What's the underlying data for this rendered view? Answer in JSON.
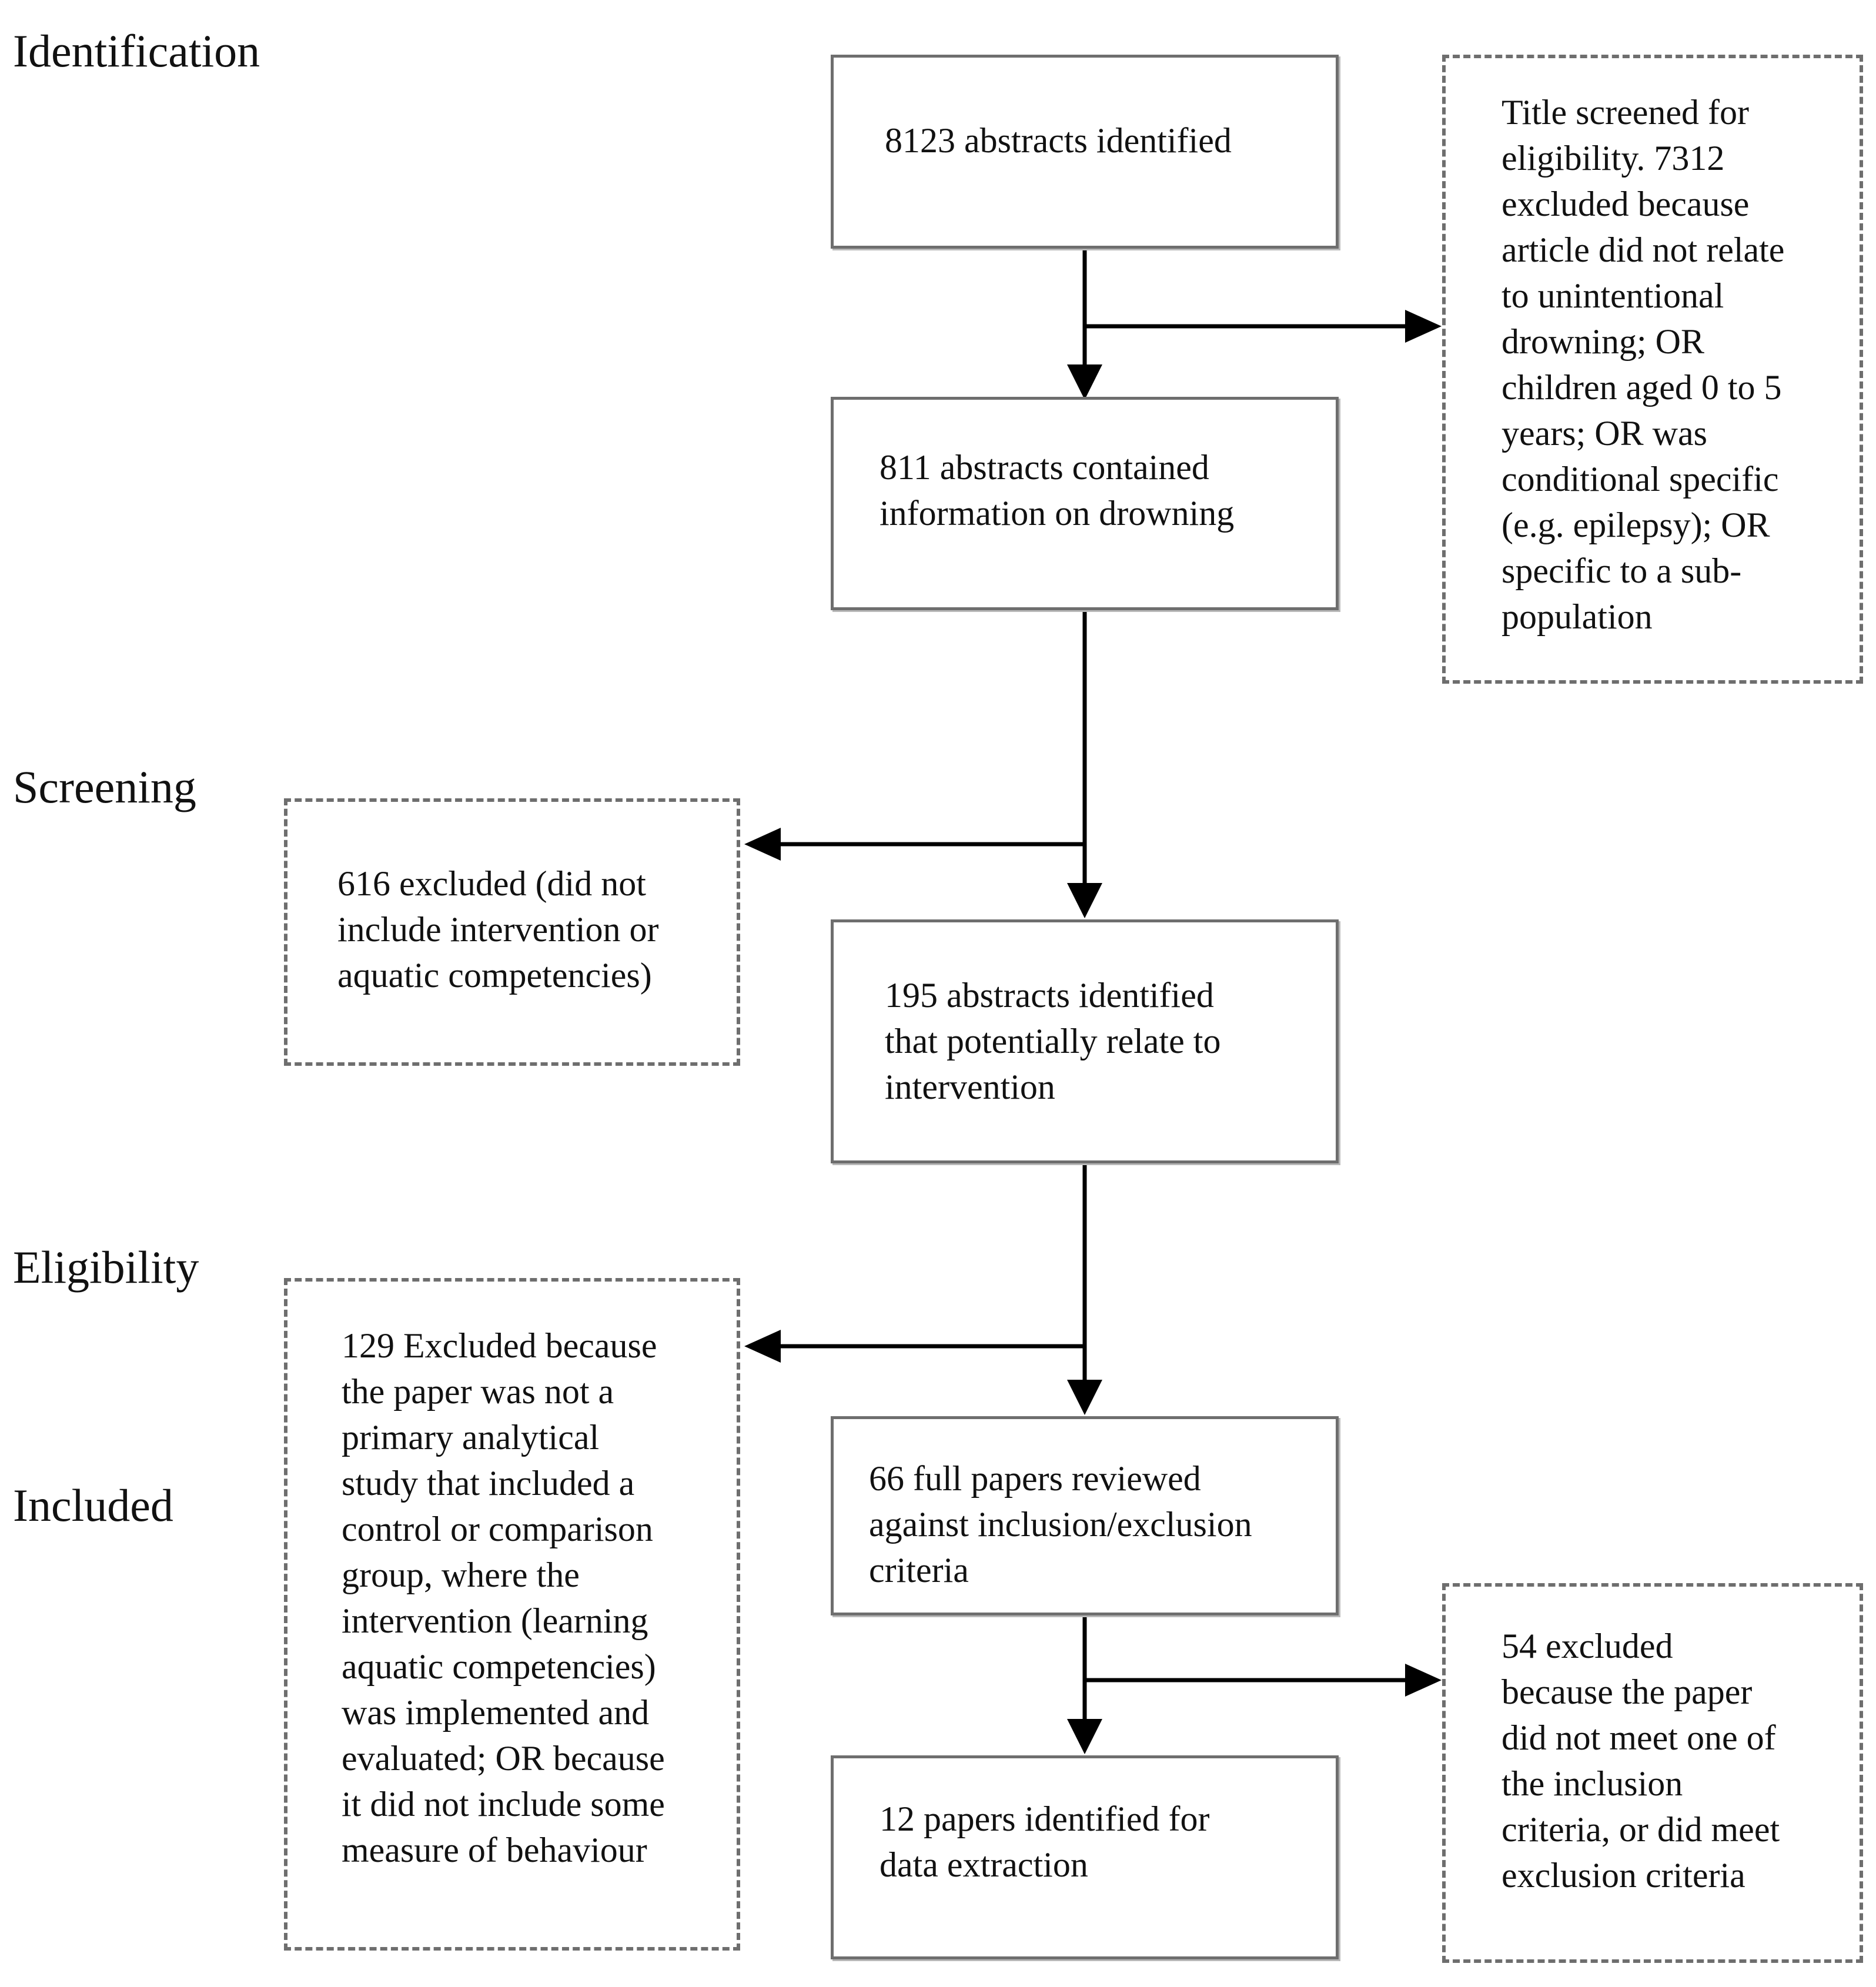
{
  "stages": {
    "identification": "Identification",
    "screening": "Screening",
    "eligibility": "Eligibility",
    "included": "Included"
  },
  "flow": {
    "identified": "8123 abstracts identified",
    "contained": "811 abstracts contained\ninformation on drowning",
    "potential": "195 abstracts identified\nthat potentially relate to\nintervention",
    "reviewed": "66 full papers reviewed\nagainst inclusion/exclusion\ncriteria",
    "extraction": "12 papers identified for\ndata extraction"
  },
  "exclusions": {
    "title_screen": "Title screened for\neligibility. 7312\nexcluded because\narticle did not relate\nto unintentional\ndrowning; OR\nchildren aged 0 to 5\nyears; OR was\nconditional specific\n(e.g. epilepsy); OR\nspecific to a sub-\npopulation",
    "screening": "616 excluded (did not\ninclude intervention or\naquatic competencies)",
    "eligibility": "129 Excluded because\nthe paper was not a\nprimary analytical\nstudy that included a\ncontrol or comparison\ngroup, where the\nintervention (learning\naquatic competencies)\nwas implemented and\nevaluated; OR because\nit did not include some\nmeasure of behaviour",
    "criteria": "54 excluded\nbecause the paper\ndid not meet one of\nthe inclusion\ncriteria, or did meet\nexclusion criteria"
  }
}
